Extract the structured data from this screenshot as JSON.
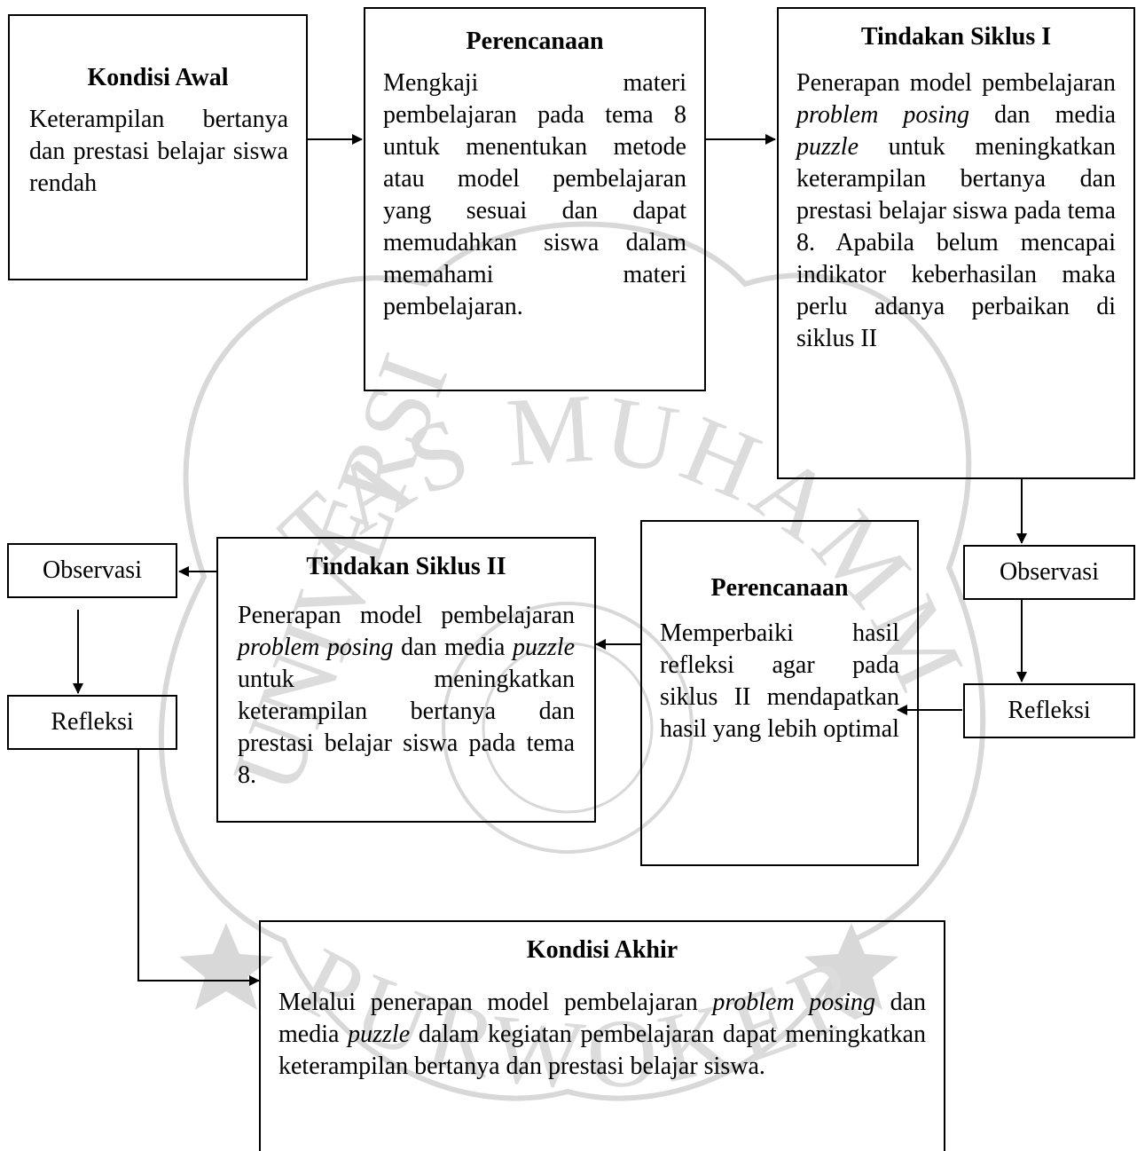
{
  "watermark": {
    "arc_text": "TAS MUHAMMADIYAH",
    "left_text": "UNIVERSI",
    "bottom_text": "PURWOKERTO"
  },
  "kondisi_awal": {
    "title": "Kondisi Awal",
    "text": "Keterampilan bertanya dan prestasi belajar siswa rendah"
  },
  "perencanaan_1": {
    "title": "Perencanaan",
    "text": "Mengkaji materi pembelajaran pada tema 8 untuk menentukan metode atau model pembelajaran yang sesuai dan dapat memudahkan siswa dalam memahami materi pembelajaran."
  },
  "tindakan_1": {
    "title": "Tindakan Siklus I",
    "t1": "Penerapan model pembelajaran ",
    "i1": "problem posing",
    "t2": " dan media ",
    "i2": "puzzle",
    "t3": " untuk meningkatkan keterampilan bertanya dan prestasi belajar siswa pada tema 8. Apabila belum mencapai indikator keberhasilan maka perlu adanya perbaikan di siklus II"
  },
  "observasi_right": "Observasi",
  "refleksi_right": "Refleksi",
  "perencanaan_2": {
    "title": "Perencanaan",
    "text": "Memperbaiki hasil refleksi agar pada siklus II mendapatkan hasil yang lebih optimal"
  },
  "tindakan_2": {
    "title": "Tindakan Siklus II",
    "t1": "Penerapan model pembelajaran ",
    "i1": "problem posing",
    "t2": " dan media ",
    "i2": "puzzle",
    "t3": " untuk meningkatkan keterampilan bertanya dan prestasi belajar siswa pada tema 8."
  },
  "observasi_left": "Observasi",
  "refleksi_left": "Refleksi",
  "kondisi_akhir": {
    "title": "Kondisi Akhir",
    "t1": "Melalui penerapan model pembelajaran ",
    "i1": "problem posing",
    "t2": " dan media ",
    "i2": "puzzle",
    "t3": " dalam kegiatan pembelajaran dapat meningkatkan keterampilan bertanya dan prestasi belajar siswa."
  }
}
